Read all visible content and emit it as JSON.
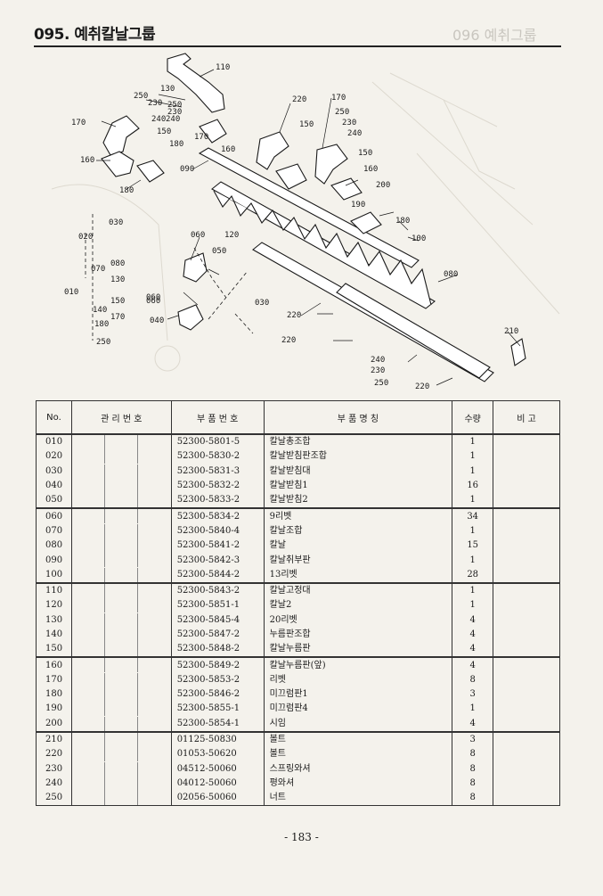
{
  "header": {
    "title": "095. 예취칼날그룹",
    "ghost_title": "096 예취그룹"
  },
  "diagram": {
    "callouts": [
      "110",
      "130",
      "250",
      "230",
      "250",
      "230",
      "240",
      "240",
      "150",
      "170",
      "160",
      "180",
      "090",
      "180",
      "170",
      "160",
      "220",
      "150",
      "170",
      "250",
      "230",
      "240",
      "150",
      "160",
      "200",
      "190",
      "180",
      "100",
      "020",
      "030",
      "060",
      "060",
      "120",
      "050",
      "080",
      "070",
      "130",
      "010",
      "150",
      "060",
      "140",
      "170",
      "180",
      "250",
      "040",
      "030",
      "220",
      "080",
      "220",
      "210",
      "240",
      "230",
      "250",
      "220"
    ]
  },
  "table": {
    "headers": {
      "no": "No.",
      "mgmt": "관 리 번 호",
      "part_no": "부 품 번 호",
      "name": "부 품 명 칭",
      "qty": "수량",
      "remark": "비 고"
    },
    "groups": [
      [
        {
          "no": "010",
          "part_no": "52300-5801-5",
          "name": "칼날총조합",
          "qty": "1"
        },
        {
          "no": "020",
          "part_no": "52300-5830-2",
          "name": "칼날받침판조합",
          "qty": "1"
        },
        {
          "no": "030",
          "part_no": "52300-5831-3",
          "name": "칼날받침대",
          "qty": "1"
        },
        {
          "no": "040",
          "part_no": "52300-5832-2",
          "name": "칼날받침1",
          "qty": "16"
        },
        {
          "no": "050",
          "part_no": "52300-5833-2",
          "name": "칼날받침2",
          "qty": "1"
        }
      ],
      [
        {
          "no": "060",
          "part_no": "52300-5834-2",
          "name": "9리벳",
          "qty": "34"
        },
        {
          "no": "070",
          "part_no": "52300-5840-4",
          "name": "칼날조합",
          "qty": "1"
        },
        {
          "no": "080",
          "part_no": "52300-5841-2",
          "name": "칼날",
          "qty": "15"
        },
        {
          "no": "090",
          "part_no": "52300-5842-3",
          "name": "칼날취부판",
          "qty": "1"
        },
        {
          "no": "100",
          "part_no": "52300-5844-2",
          "name": "13리벳",
          "qty": "28"
        }
      ],
      [
        {
          "no": "110",
          "part_no": "52300-5843-2",
          "name": "칼날고정대",
          "qty": "1"
        },
        {
          "no": "120",
          "part_no": "52300-5851-1",
          "name": "칼날2",
          "qty": "1"
        },
        {
          "no": "130",
          "part_no": "52300-5845-4",
          "name": "20리벳",
          "qty": "4"
        },
        {
          "no": "140",
          "part_no": "52300-5847-2",
          "name": "누름판조합",
          "qty": "4"
        },
        {
          "no": "150",
          "part_no": "52300-5848-2",
          "name": "칼날누름판",
          "qty": "4"
        }
      ],
      [
        {
          "no": "160",
          "part_no": "52300-5849-2",
          "name": "칼날누름판(앞)",
          "qty": "4"
        },
        {
          "no": "170",
          "part_no": "52300-5853-2",
          "name": "리벳",
          "qty": "8"
        },
        {
          "no": "180",
          "part_no": "52300-5846-2",
          "name": "미끄럼판1",
          "qty": "3"
        },
        {
          "no": "190",
          "part_no": "52300-5855-1",
          "name": "미끄럼판4",
          "qty": "1"
        },
        {
          "no": "200",
          "part_no": "52300-5854-1",
          "name": "시임",
          "qty": "4"
        }
      ],
      [
        {
          "no": "210",
          "part_no": "01125-50830",
          "name": "볼트",
          "qty": "3"
        },
        {
          "no": "220",
          "part_no": "01053-50620",
          "name": "볼트",
          "qty": "8"
        },
        {
          "no": "230",
          "part_no": "04512-50060",
          "name": "스프링와셔",
          "qty": "8"
        },
        {
          "no": "240",
          "part_no": "04012-50060",
          "name": "평와셔",
          "qty": "8"
        },
        {
          "no": "250",
          "part_no": "02056-50060",
          "name": "너트",
          "qty": "8"
        }
      ]
    ]
  },
  "footer": {
    "page_number": "- 183 -"
  }
}
